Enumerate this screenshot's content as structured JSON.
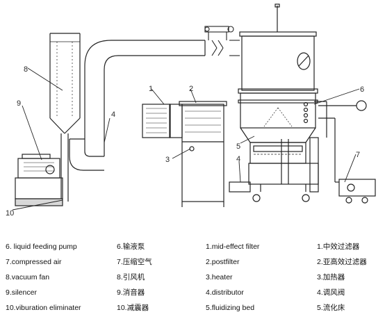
{
  "callouts": [
    "1",
    "2",
    "3",
    "4",
    "4",
    "5",
    "6",
    "7",
    "8",
    "9",
    "10"
  ],
  "legend": {
    "col1": [
      "6. liquid feeding pump",
      "7.compressed air",
      "8.vacuum fan",
      "9.silencer",
      "10.viburation eliminater"
    ],
    "col2": [
      "6.输液泵",
      "7.压缩空气",
      "8.引风机",
      "9.消音器",
      "10.减震器"
    ],
    "col3": [
      "1.mid-effect filter",
      "2.postfilter",
      "3.heater",
      "4.distributor",
      "5.fluidizing bed"
    ],
    "col4": [
      "1.中效过滤器",
      "2.亚高效过滤器",
      "3.加热器",
      "4.调风阀",
      "5.流化床"
    ]
  }
}
